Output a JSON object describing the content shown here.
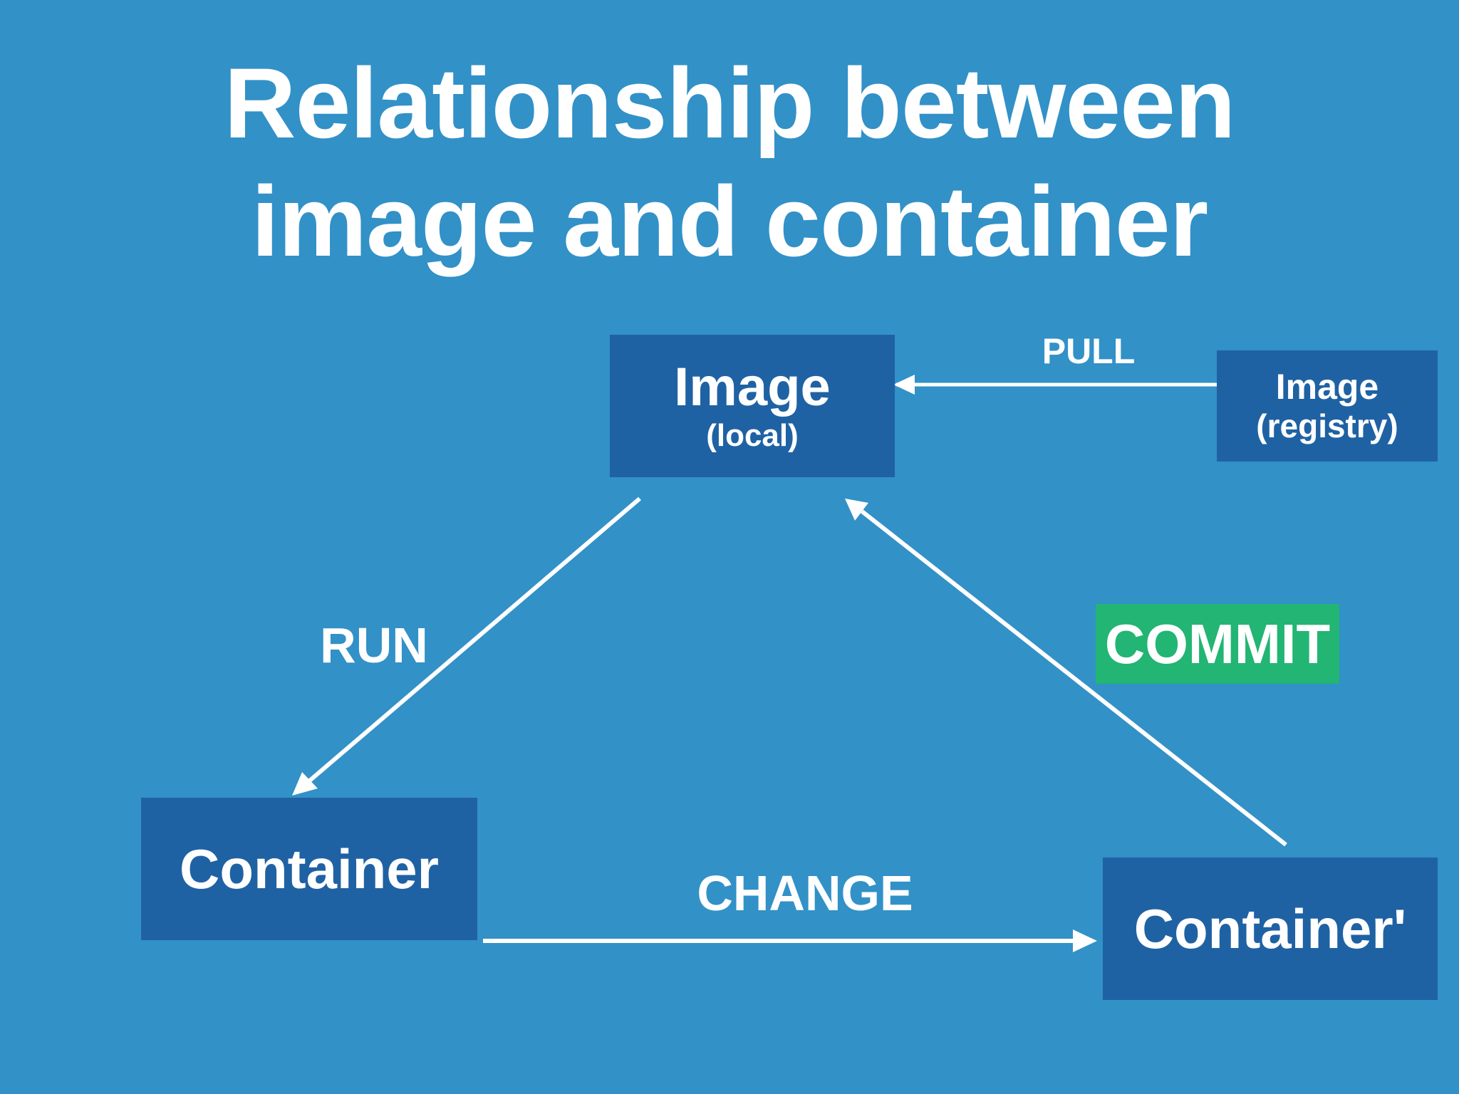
{
  "title": {
    "line1": "Relationship between",
    "line2": "image and container"
  },
  "nodes": {
    "image_local": {
      "label": "Image",
      "sublabel": "(local)"
    },
    "image_registry": {
      "label": "Image",
      "sublabel": "(registry)"
    },
    "container": {
      "label": "Container"
    },
    "container_prime": {
      "label": "Container'"
    }
  },
  "edges": {
    "pull": "PULL",
    "run": "RUN",
    "change": "CHANGE",
    "commit": "COMMIT"
  },
  "colors": {
    "background": "#3291c7",
    "box": "#1f62a4",
    "commit_highlight": "#22b573",
    "text": "#ffffff"
  }
}
